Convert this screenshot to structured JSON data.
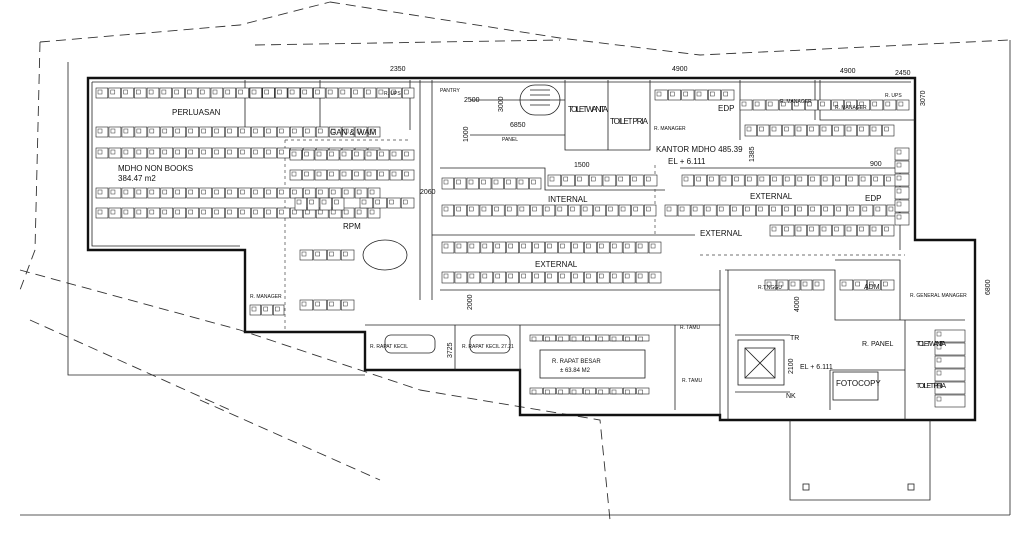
{
  "title": "Denah Lantai Kantor MDHO",
  "rooms": {
    "perluasan": "PERLUASAN",
    "mdho_non_books": "MDHO NON BOOKS",
    "mdho_non_books_area": "384.47 m2",
    "gan_wam": "GAN & WAM",
    "rpm": "RPM",
    "r_manager_left": "R. MANAGER",
    "r_ups_left": "R. UPS",
    "pantry": "PANTRY",
    "panel": "PANEL",
    "toilet_wanita_top": "TOILET WANITA",
    "toilet_pria_top": "TOILET PRIA",
    "r_manager_mid": "R. MANAGER",
    "kantor_mdho": "KANTOR MDHO 485.39",
    "elevation_top": "EL + 6.111",
    "edp_top": "EDP",
    "r_manager_right": "R. MANAGER",
    "r_manager_right2": "R. MANAGER",
    "r_ups_right": "R. UPS",
    "internal": "INTERNAL",
    "external_1": "EXTERNAL",
    "edp_right": "EDP",
    "external_2": "EXTERNAL",
    "external_3": "EXTERNAL",
    "r_tunggu": "R.T.NGGU",
    "adm": "ADM",
    "r_general_manager": "R. GENERAL MANAGER",
    "r_rapat_kecil_1": "R. RAPAT KECIL",
    "r_rapat_kecil_2": "R. RAPAT KECIL 27.21",
    "r_rapat_besar": "R. RAPAT BESAR",
    "r_rapat_besar_area": "± 63.84 M2",
    "r_tamu_1": "R. TAMU",
    "r_tamu_2": "R. TAMU",
    "tr": "TR",
    "elevation_lift": "EL + 6.111",
    "nk": "NK",
    "r_panel": "R. PANEL",
    "toilet_wanita_bottom": "TOILET WANITA",
    "toilet_pria_bottom": "TOILET PRIA",
    "fotocopy": "FOTOCOPY"
  },
  "dimensions": {
    "d2350": "2350",
    "d2500": "2500",
    "d3000": "3000",
    "d6850": "6850",
    "d1000": "1000",
    "d4900a": "4900",
    "d4900b": "4900",
    "d2450": "2450",
    "d3070": "3070",
    "d1500": "1500",
    "d900": "900",
    "d2060": "2060",
    "d1385": "1385",
    "d2000": "2000",
    "d4000": "4000",
    "d6800": "6800",
    "d3725": "3725",
    "d2100": "2100"
  }
}
